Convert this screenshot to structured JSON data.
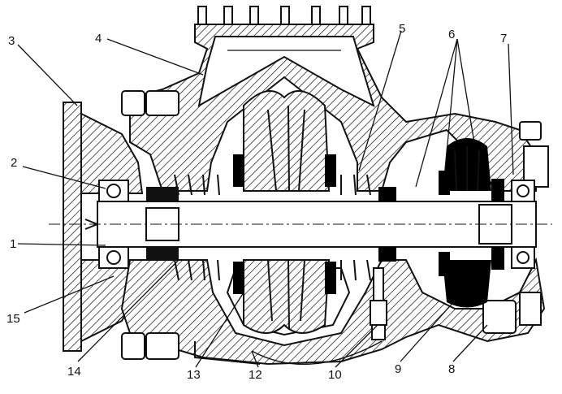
{
  "figure": {
    "title": "",
    "callouts": [
      {
        "id": "c1",
        "label": "1"
      },
      {
        "id": "c2",
        "label": "2"
      },
      {
        "id": "c3",
        "label": "3"
      },
      {
        "id": "c4",
        "label": "4"
      },
      {
        "id": "c5",
        "label": "5"
      },
      {
        "id": "c6",
        "label": "6"
      },
      {
        "id": "c7",
        "label": "7"
      },
      {
        "id": "c8",
        "label": "8"
      },
      {
        "id": "c9",
        "label": "9"
      },
      {
        "id": "c10",
        "label": "10"
      },
      {
        "id": "c12",
        "label": "12"
      },
      {
        "id": "c13",
        "label": "13"
      },
      {
        "id": "c14",
        "label": "14"
      },
      {
        "id": "c15",
        "label": "15"
      }
    ]
  }
}
